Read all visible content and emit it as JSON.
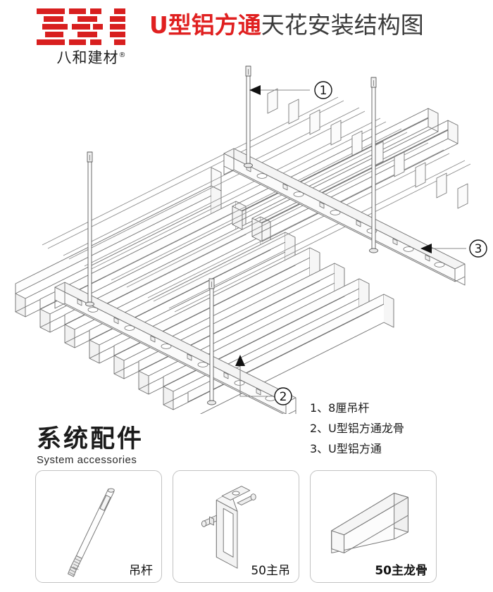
{
  "header": {
    "brand_name": "八和建材",
    "brand_registered": "®",
    "logo_icon": "bars-grid-logo-icon",
    "title_highlight": "U型铝方通",
    "title_rest": "天花安装结构图",
    "colors": {
      "red": "#E02020",
      "dark": "#3b3b3b",
      "logo_red": "#D81F1F"
    }
  },
  "diagram": {
    "name": "u-baffle-ceiling-isometric",
    "callouts": [
      {
        "id": "1",
        "label": "①",
        "target": "hanger-rod"
      },
      {
        "id": "2",
        "label": "②",
        "target": "main-runner"
      },
      {
        "id": "3",
        "label": "③",
        "target": "u-baffle"
      }
    ],
    "parts": {
      "baffle_count": 14,
      "runner_count": 2,
      "rod_count": 4
    }
  },
  "legend": {
    "items": [
      "1、8厘吊杆",
      "2、U型铝方通龙骨",
      "3、U型铝方通"
    ]
  },
  "accessories": {
    "title": "系统配件",
    "subtitle": "System accessories",
    "boxes": [
      {
        "label": "吊杆",
        "art": "threaded-hanger-rod-icon",
        "bold": false
      },
      {
        "label": "50主吊",
        "art": "main-hanger-bracket-icon",
        "bold": false
      },
      {
        "label": "50主龙骨",
        "art": "c-channel-runner-icon",
        "bold": true
      }
    ]
  }
}
